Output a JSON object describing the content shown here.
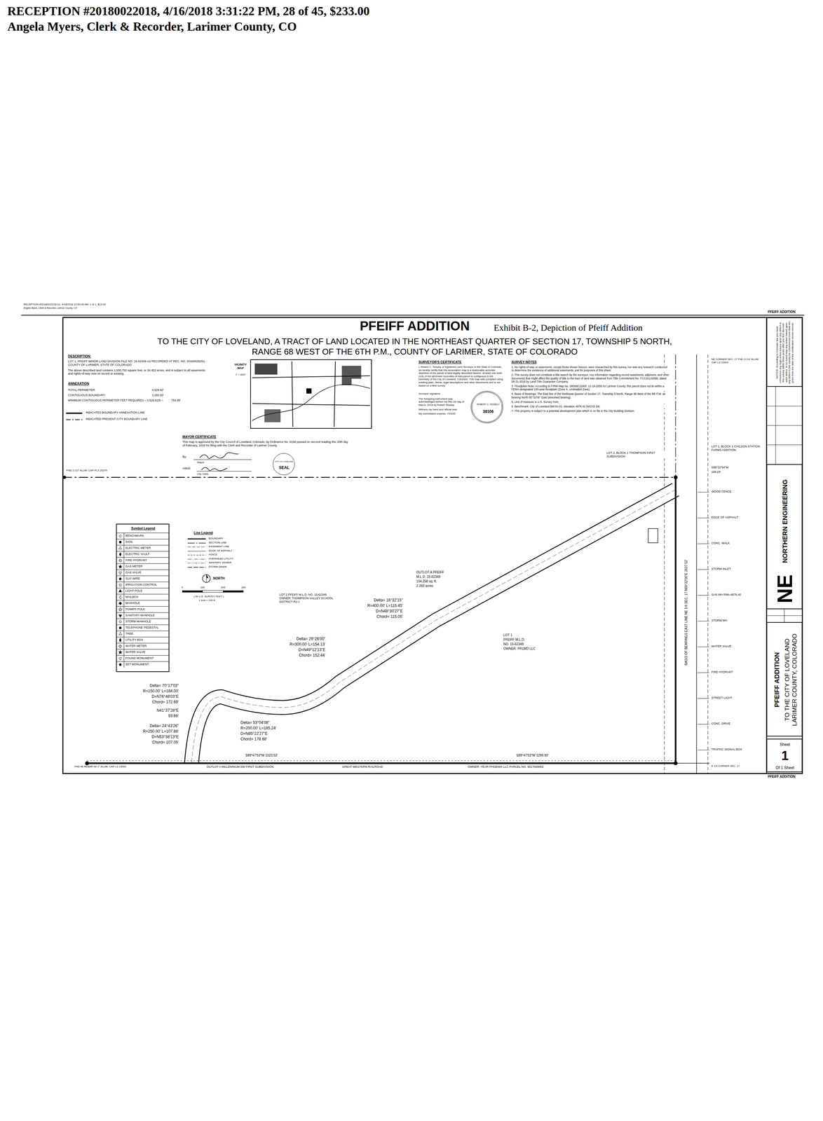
{
  "diagram": {
    "title": "PFEIFF ADDITION",
    "nodes": [
      {
        "text": [
          "NOTICE: According to Colorado law you must commence any legal action based upon any defect in this survey within three years after you first discover such defect. In no event may any action based upon any defect in this survey be commenced more than ten years from the date of the certification shown hereon."
        ]
      },
      {
        "text": [
          "NORTHERN ENGINEERING",
          "NE"
        ]
      },
      {
        "text": [
          "PFEIFF ADDITION",
          "TO THE CITY OF LOVELAND LARIMER COUNTY, COLORADO"
        ]
      },
      {
        "text": [
          "Sheet",
          "1",
          "Of 1 Sheet"
        ]
      },
      {
        "text": [
          "VICINITY MAP",
          "1\" = 4000'"
        ]
      },
      {
        "text": [
          "CITY OF LOVELAND",
          "SEAL"
        ]
      },
      {
        "text": [
          "ROBERT C. TESSELY",
          "38106"
        ]
      },
      {
        "text": [
          "Symbol Legend"
        ]
      }
    ],
    "labels": [
      "RECEPTION #20180022018, 4/16/2018 3:31:22 PM, 28 of 45, $233.00",
      "Angela Myers, Clerk & Recorder, Larimer County, CO",
      "RECEPTION #20180022018-01, 4/16/2018 10:59:45 AM, 1 of 1, $13.00",
      "Angela Myers, Clerk & Recorder, Larimer County, CO",
      "PFEIFF ADDITION",
      "Exhibit B-2, Depiction of Pfeiff Addition",
      "TO THE CITY OF LOVELAND, A TRACT OF LAND LOCATED IN THE NORTHEAST QUARTER OF SECTION 17, TOWNSHIP 5 NORTH,",
      "RANGE 68 WEST OF THE 6TH P.M., COUNTY OF LARIMER, STATE OF COLORADO",
      "DESCRIPTION:",
      "LOT 1, PFEIFF MINOR LAND DIVISION FILE NO. 15-62349 AS RECORDED AT REC. NO. 20160028252, COUNTY OF LARIMER, STATE OF COLORADO",
      "The above described land contains 1,500,750 square feet, or 34.453 acres, and is subject to all easements and rights-of-way now on record or existing.",
      "ANNEXATION",
      "TOTAL PERIMETER:",
      "4,529.92'",
      "CONTIGUOUS BOUNDARY:",
      "3,292.50'",
      "MINIMUM CONTIGUOUS PERIMETER FEET REQUIRED = 4,529.92/6 =",
      "754.99'",
      "INDICATES BOUNDARY ANNEXATION LINE",
      "INDICATED PRESENT CITY BOUNDARY LINE",
      "MAYOR CERTIFICATE",
      "This map is approved by the City Council of Loveland, Colorado, by Ordinance No. 6158 passed on second reading this 20th day of February, 2018 for filing with the Clerk and Recorder of Larimer County.",
      "By:",
      "Mayor",
      "Attest:",
      "City Clerk",
      "SURVEYOR'S CERTIFICATE",
      "I, Robert C. Tessely, a registered Land Surveyor in the State of Colorado, do hereby certify that this annexation map is a reasonably accurate depiction of the parcel of land legally described hereon, at least one-sixth (1/6) of the perimeter boundary of said parcel is contiguous to the boundary of the City of Loveland, Colorado. This map was compiled using existing plats, deeds, legal descriptions and other documents and is not based on a field survey.",
      "Surveyor signature",
      "The foregoing instrument was acknowledged before me this 1st day of March, 2018 by Robert Tessely.",
      "Witness my hand and official seal.",
      "My commission expires: 7/24/20",
      "SURVEY NOTES",
      "1. No rights-of-way or easements, except those shown hereon, were researched by this survey, nor was any research conducted to determine the existence of additional easements, just for purposes of this sheet.",
      "2. This survey does not constitute a title search by the surveyor. Any information regarding record easements, adjoiners, and other documents that might affect the quality of title to the tract of land was obtained from Title Commitment No. FCC25142690, dated 08-31-2016 by Land Title Guarantee Company.",
      "3. Floodplain Note: According to FIRM Map No. 08069C1190F, 12-19-2006 for Larimer County, this parcel does not lie within a FEMA designated 100-year floodplain (Zone X, Unshaded Zone).",
      "4. Basis of Bearings: The East line of the Northeast Quarter of Section 17, Township 5 North, Range 68 West of the 6th P.M. as bearing North 00°32'06\" East (assumed bearing).",
      "5. Unit of measure is U.S. Survey Feet.",
      "6. Benchmark: City of Loveland BM 91-01, elevation 4978.42 (NGVD 29).",
      "7. This property is subject to a potential development plan which is on file in the City Building Division.",
      "LOT 2, BLOCK 1 THOMPSON FIRST SUBDIVISION",
      "LOT 1, BLOCK 1 CHILSON STATION FARMS ADDITION",
      "NE CORNER SEC. 17 FND 3-1/4\" ALUM. CAP LS 23500",
      "S89°22'54\"W",
      "168.24'",
      "Line Legend",
      "NORTH",
      "0",
      "100",
      "200",
      "300",
      "( IN U.S. SURVEY FEET )",
      "1 inch = 100 ft.",
      "LOT 2 PFEIFF M.L.D. NO. 15-62349 OWNER: THOMPSON VALLEY SCHOOL DISTRICT R2-J",
      "OUTLOT A PFEIFF",
      "M.L.D. 15-62349",
      "104,258 sq. ft.",
      "2.393 acres",
      "Delta= 16°32'15\"",
      "R=400.00' L=115.45'",
      "D=N48°30'27\"E",
      "Chord= 115.05'",
      "Delta= 29°26'00\"",
      "R=300.00' L=154.13'",
      "D=N49°12'13\"E",
      "Chord= 152.44'",
      "Delta= 53°04'08\"",
      "R=200.00' L=185.24'",
      "D=N85°22'27\"E",
      "Chord= 178.68'",
      "Delta= 70°17'03\"",
      "R=150.00' L=184.00'",
      "D=N76°48'03\"E",
      "Chord= 172.69'",
      "N41°37'28\"E",
      "93.66'",
      "Delta= 24°43'26\"",
      "R=250.00' L=107.88'",
      "D=N53°38'13\"E",
      "Chord= 107.05'",
      "S89°47'53\"W 1023.53'",
      "S89°47'53\"W 1299.90'",
      "GREAT WESTERN RAILROAD",
      "OUTLOT A MILLENNIUM SW FIRST SUBDIVISION",
      "OWNER: YEAR PHOENIX LLC PARCEL NO. 9517000002",
      "FND #6 REBAR W/ 2\" ALUM. CAP LS 23500",
      "LOT 1",
      "PFEIFF M.L.D.",
      "NO. 15-62349",
      "OWNER: PFLWD LLC",
      "BASIS OF BEARINGS EAST LINE NE 1/4 SEC. 17 N00°32'06\"E 2637.52'",
      "FND 2-1/2\" ALUM. CAP PLS 25379",
      "WOOD FENCE",
      "EDGE OF ASPHALT",
      "CONC. WALK",
      "STORM INLET",
      "SAN MH RIM=4978.40",
      "STORM MH",
      "WATER VALVE",
      "FIRE HYDRANT",
      "STREET LIGHT",
      "CONC. DRIVE",
      "TRAFFIC SIGNAL BOX",
      "E 1/4 CORNER SEC. 17",
      "PFEIFF ADDITION"
    ],
    "legend": [
      {
        "text": "BENCHMARK"
      },
      {
        "text": "SIGN"
      },
      {
        "text": "ELECTRIC METER"
      },
      {
        "text": "ELECTRIC VAULT"
      },
      {
        "text": "FIRE HYDRANT"
      },
      {
        "text": "GAS METER"
      },
      {
        "text": "GAS VALVE"
      },
      {
        "text": "GUY WIRE"
      },
      {
        "text": "IRRIGATION CONTROL"
      },
      {
        "text": "LIGHT POLE"
      },
      {
        "text": "MAILBOX"
      },
      {
        "text": "MANHOLE"
      },
      {
        "text": "POWER POLE"
      },
      {
        "text": "SANITARY MANHOLE"
      },
      {
        "text": "STORM MANHOLE"
      },
      {
        "text": "TELEPHONE PEDESTAL"
      },
      {
        "text": "TREE"
      },
      {
        "text": "UTILITY BOX"
      },
      {
        "text": "WATER METER"
      },
      {
        "text": "WATER VALVE"
      },
      {
        "text": "FOUND MONUMENT"
      },
      {
        "text": "SET MONUMENT"
      },
      {
        "text": "BOUNDARY"
      },
      {
        "text": "SECTION LINE"
      },
      {
        "text": "EASEMENT LINE"
      },
      {
        "text": "EDGE OF ASPHALT"
      },
      {
        "text": "FENCE"
      },
      {
        "text": "OVERHEAD UTILITY"
      },
      {
        "text": "SANITARY SEWER"
      },
      {
        "text": "STORM DRAIN"
      }
    ]
  }
}
